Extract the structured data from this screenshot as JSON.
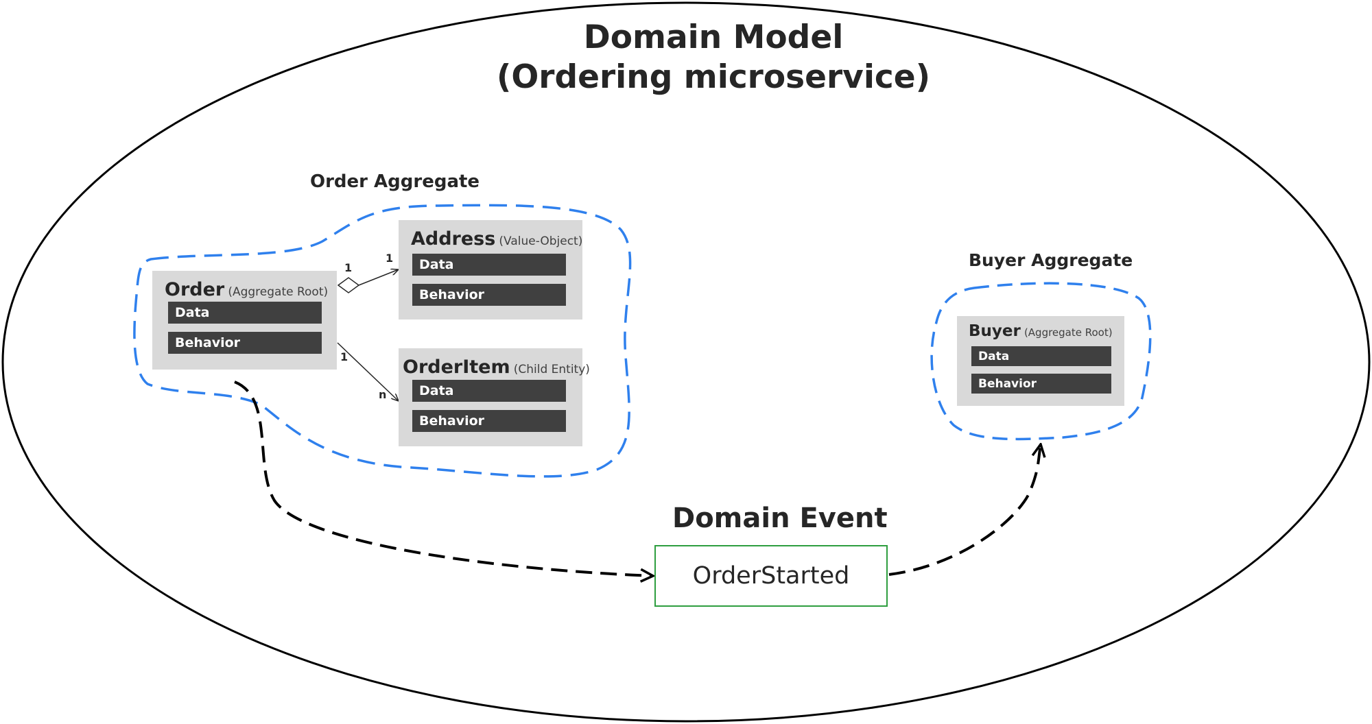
{
  "title": {
    "line1": "Domain Model",
    "line2": "(Ordering microservice)"
  },
  "order_aggregate": {
    "label": "Order Aggregate",
    "order": {
      "name": "Order",
      "kind": "(Aggregate Root)",
      "data": "Data",
      "behavior": "Behavior"
    },
    "address": {
      "name": "Address",
      "kind": "(Value-Object)",
      "data": "Data",
      "behavior": "Behavior"
    },
    "order_item": {
      "name": "OrderItem",
      "kind": "(Child Entity)",
      "data": "Data",
      "behavior": "Behavior"
    },
    "assoc_address": {
      "from_mult": "1",
      "to_mult": "1"
    },
    "assoc_item": {
      "from_mult": "1",
      "to_mult": "n"
    }
  },
  "buyer_aggregate": {
    "label": "Buyer Aggregate",
    "buyer": {
      "name": "Buyer",
      "kind": "(Aggregate Root)",
      "data": "Data",
      "behavior": "Behavior"
    }
  },
  "domain_event": {
    "title": "Domain Event",
    "name": "OrderStarted"
  },
  "colors": {
    "aggregate_border": "#2f80ed",
    "event_border": "#2e9e3f",
    "entity_fill": "#d9d9d9",
    "bar_fill": "#404040"
  }
}
